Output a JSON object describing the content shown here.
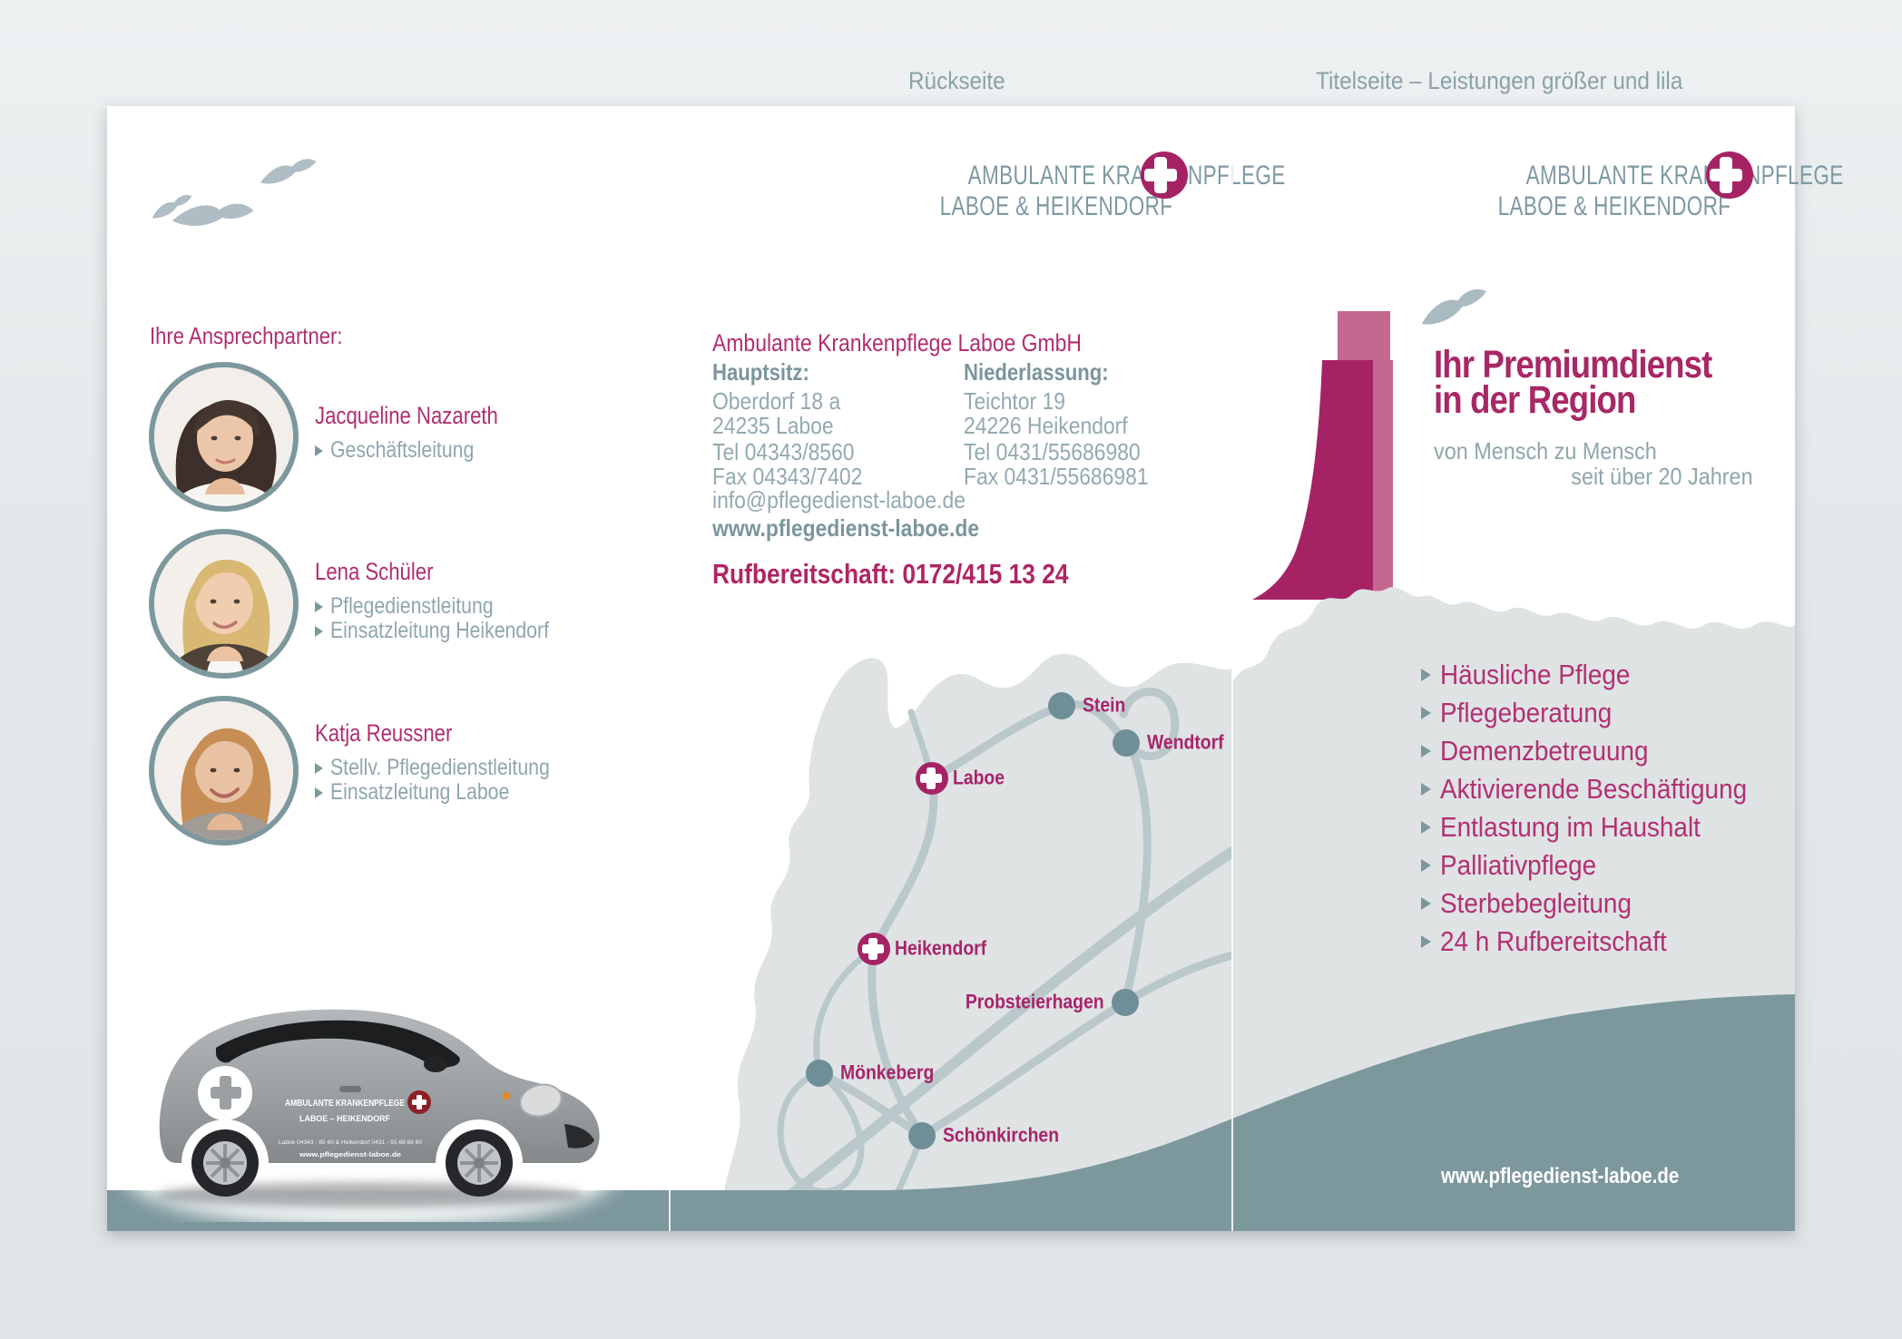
{
  "colors": {
    "brand_magenta": "#a52365",
    "accent_magenta": "#b02e70",
    "teal_band": "#7d989d",
    "text_gray": "#93a9b0",
    "logo_gray": "#7e99a1",
    "land_gray": "#dfe3e4",
    "road_gray": "#bac8cb",
    "town_dot": "#6f8f98",
    "page_background": "#e5e9eb"
  },
  "annotations": {
    "back_label": "Rückseite",
    "front_label": "Titelseite – Leistungen größer und lila"
  },
  "logo": {
    "line1": "AMBULANTE KRANKENPFLEGE",
    "line2": "LABOE & HEIKENDORF"
  },
  "contacts_panel": {
    "heading": "Ihre Ansprechpartner:",
    "contacts": [
      {
        "name": "Jacqueline Nazareth",
        "roles": [
          "Geschäftsleitung"
        ]
      },
      {
        "name": "Lena Schüler",
        "roles": [
          "Pflegedienstleitung",
          "Einsatzleitung Heikendorf"
        ]
      },
      {
        "name": "Katja Reussner",
        "roles": [
          "Stellv. Pflegedienstleitung",
          "Einsatzleitung Laboe"
        ]
      }
    ],
    "car_livery": {
      "line1": "AMBULANTE KRANKENPFLEGE",
      "line2": "LABOE – HEIKENDORF",
      "phone_line": "Laboe 04343 - 85 60  &  Heikendorf 0431 - 55 68 69 80",
      "url": "www.pflegedienst-laboe.de"
    }
  },
  "back_panel": {
    "company": "Ambulante Krankenpflege Laboe GmbH",
    "hauptsitz": {
      "label": "Hauptsitz:",
      "street": "Oberdorf 18 a",
      "city": "24235 Laboe",
      "tel": "Tel  04343/8560",
      "fax": "Fax 04343/7402"
    },
    "niederlassung": {
      "label": "Niederlassung:",
      "street": "Teichtor 19",
      "city": "24226 Heikendorf",
      "tel": "Tel  0431/55686980",
      "fax": "Fax 0431/55686981"
    },
    "email": "info@pflegedienst-laboe.de",
    "website": "www.pflegedienst-laboe.de",
    "oncall": "Rufbereitschaft: 0172/415 13 24",
    "towns": [
      {
        "name": "Stein",
        "type": "dot"
      },
      {
        "name": "Wendtorf",
        "type": "dot"
      },
      {
        "name": "Laboe",
        "type": "office"
      },
      {
        "name": "Heikendorf",
        "type": "office"
      },
      {
        "name": "Probsteierhagen",
        "type": "dot"
      },
      {
        "name": "Mönkeberg",
        "type": "dot"
      },
      {
        "name": "Schönkirchen",
        "type": "dot"
      }
    ]
  },
  "front_panel": {
    "title1": "Ihr Premiumdienst",
    "title2": "in der Region",
    "tagline1": "von Mensch zu Mensch",
    "tagline2": "seit über 20 Jahren",
    "services": [
      "Häusliche Pflege",
      "Pflegeberatung",
      "Demenzbetreuung",
      "Aktivierende Beschäftigung",
      "Entlastung im Haushalt",
      "Palliativpflege",
      "Sterbebegleitung",
      "24 h Rufbereitschaft"
    ],
    "website": "www.pflegedienst-laboe.de"
  }
}
